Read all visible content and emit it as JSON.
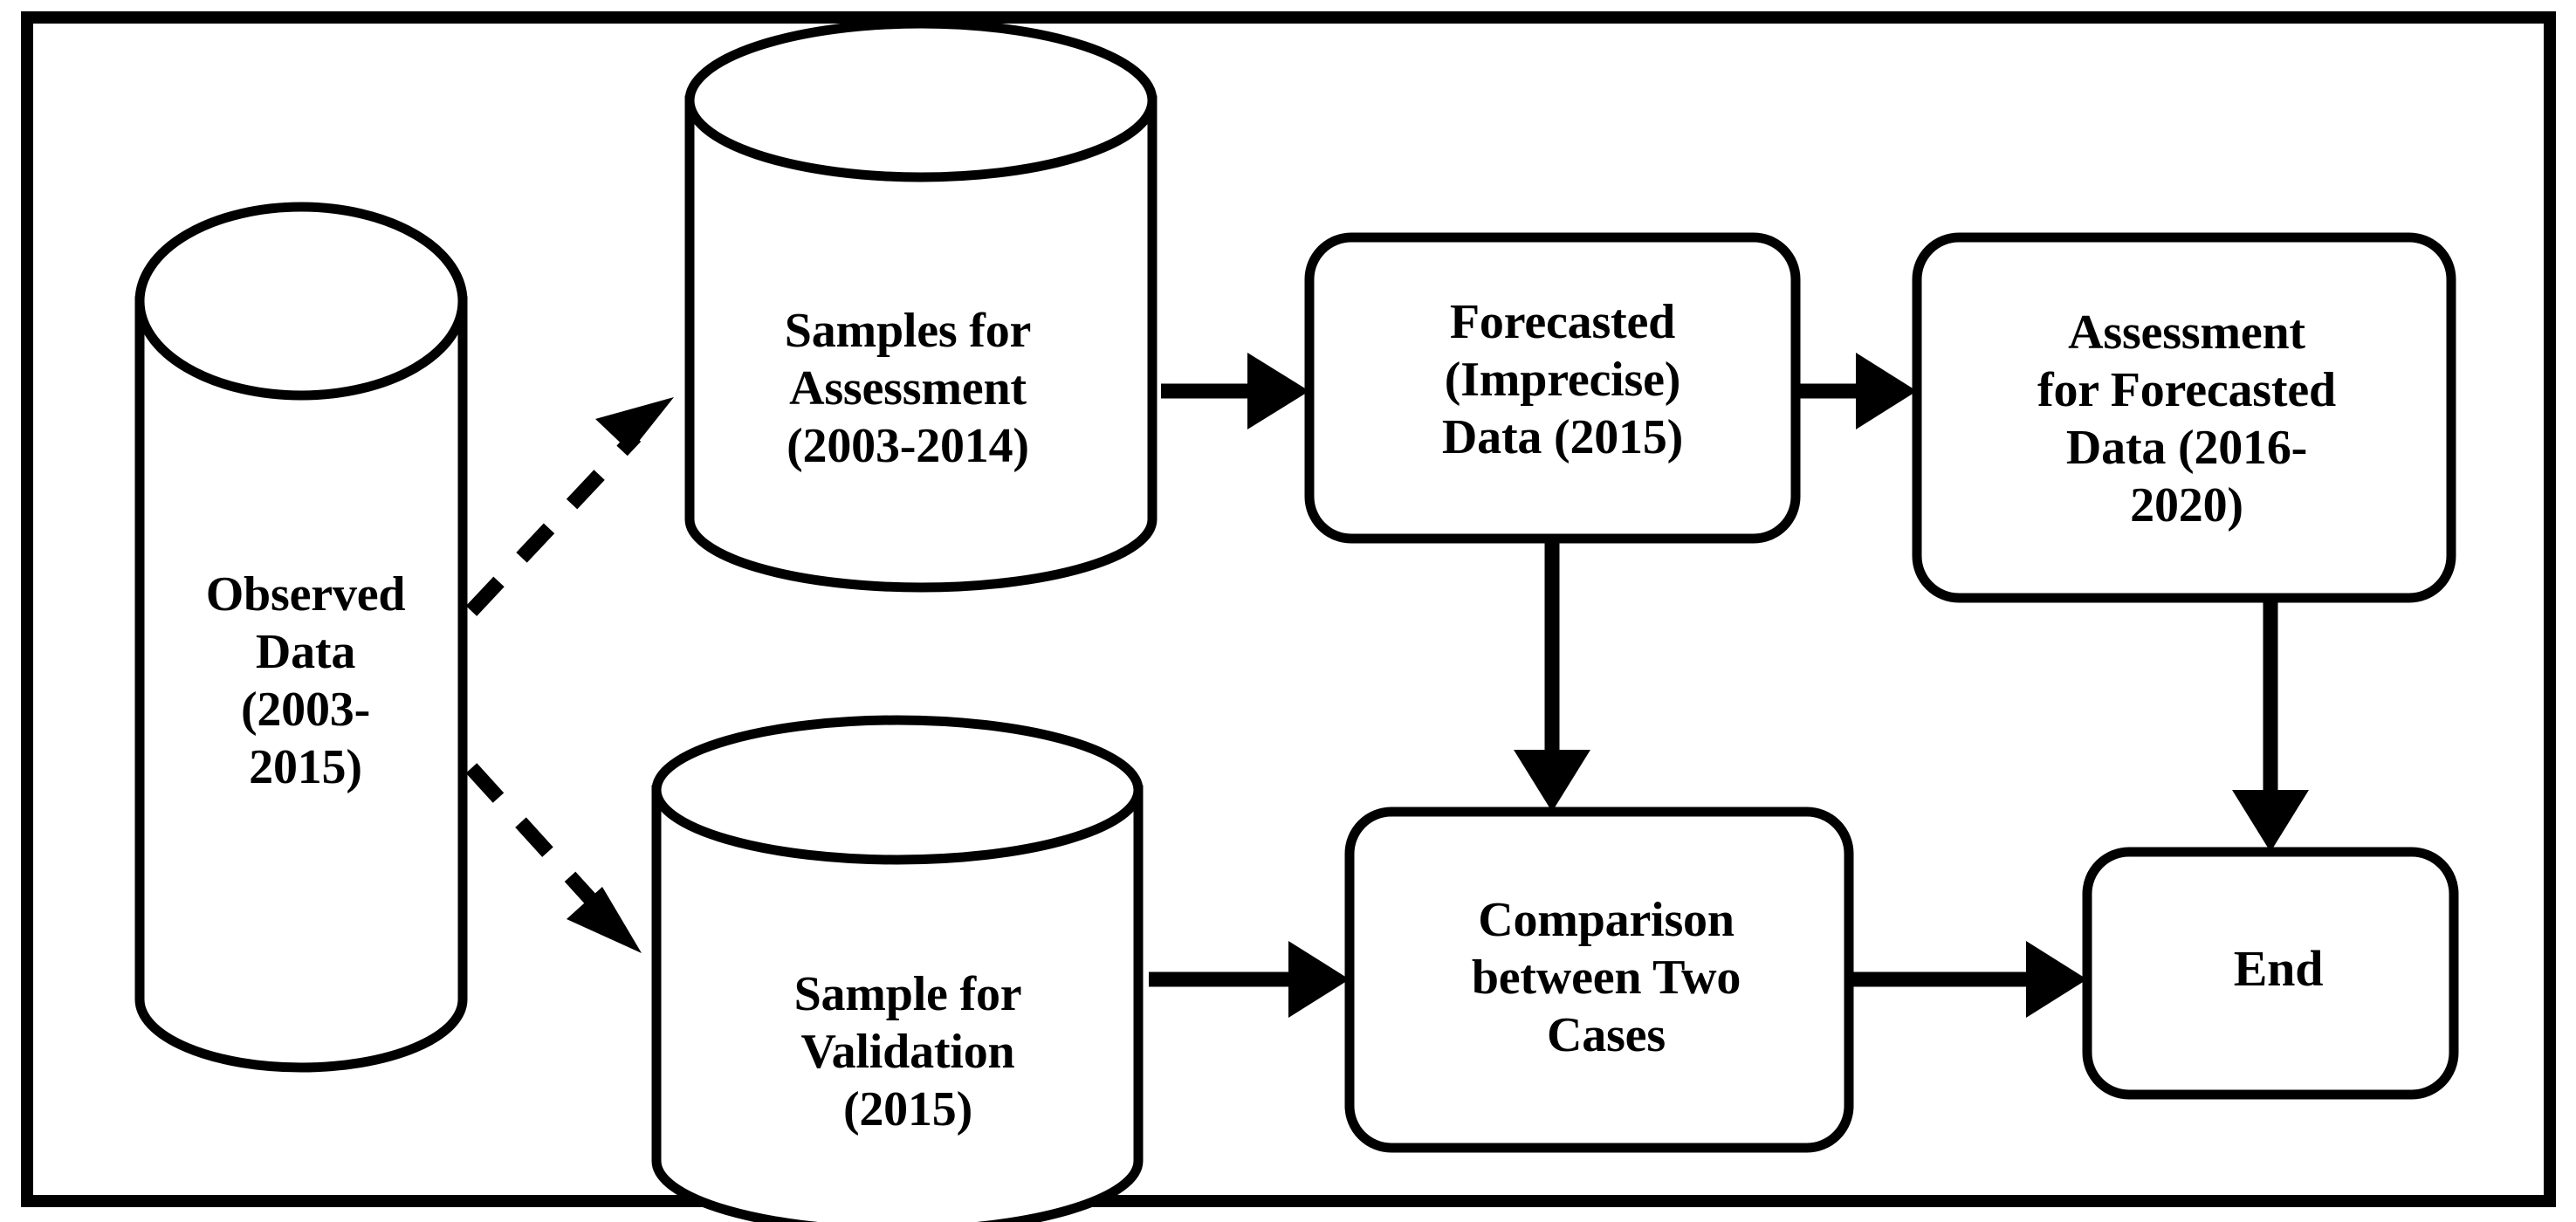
{
  "diagram": {
    "title": "Forecasting and assessment workflow flowchart",
    "frame": {
      "border_color": "#000000"
    },
    "background_color": "#ffffff",
    "line_color": "#000000",
    "nodes": [
      {
        "id": "observed-data",
        "shape": "cylinder",
        "label": "Observed\nData\n(2003-\n2015)"
      },
      {
        "id": "samples-for-assessment",
        "shape": "cylinder",
        "label": "Samples for\nAssessment\n(2003-2014)"
      },
      {
        "id": "forecasted-imprecise-data",
        "shape": "rounded-rect",
        "label": "Forecasted\n(Imprecise)\nData (2015)"
      },
      {
        "id": "assessment-for-forecasted-data",
        "shape": "rounded-rect",
        "label": "Assessment\nfor Forecasted\nData (2016-\n2020)"
      },
      {
        "id": "sample-for-validation",
        "shape": "cylinder",
        "label": "Sample for\nValidation\n(2015)"
      },
      {
        "id": "comparison-between-two-cases",
        "shape": "rounded-rect",
        "label": "Comparison\nbetween Two\nCases"
      },
      {
        "id": "end",
        "shape": "rounded-rect",
        "label": "End"
      }
    ],
    "edges": [
      {
        "id": "observed-to-samples",
        "from": "observed-data",
        "to": "samples-for-assessment",
        "style": "dashed",
        "direction": "up-right"
      },
      {
        "id": "observed-to-validation",
        "from": "observed-data",
        "to": "sample-for-validation",
        "style": "dashed",
        "direction": "down-right"
      },
      {
        "id": "samples-to-forecasted",
        "from": "samples-for-assessment",
        "to": "forecasted-imprecise-data",
        "style": "solid",
        "direction": "right"
      },
      {
        "id": "forecasted-to-assessment",
        "from": "forecasted-imprecise-data",
        "to": "assessment-for-forecasted-data",
        "style": "solid",
        "direction": "right"
      },
      {
        "id": "forecasted-to-comparison",
        "from": "forecasted-imprecise-data",
        "to": "comparison-between-two-cases",
        "style": "solid",
        "direction": "down"
      },
      {
        "id": "assessment-to-end",
        "from": "assessment-for-forecasted-data",
        "to": "end",
        "style": "solid",
        "direction": "down"
      },
      {
        "id": "validation-to-comparison",
        "from": "sample-for-validation",
        "to": "comparison-between-two-cases",
        "style": "solid",
        "direction": "right"
      },
      {
        "id": "comparison-to-end",
        "from": "comparison-between-two-cases",
        "to": "end",
        "style": "solid",
        "direction": "right"
      }
    ]
  }
}
